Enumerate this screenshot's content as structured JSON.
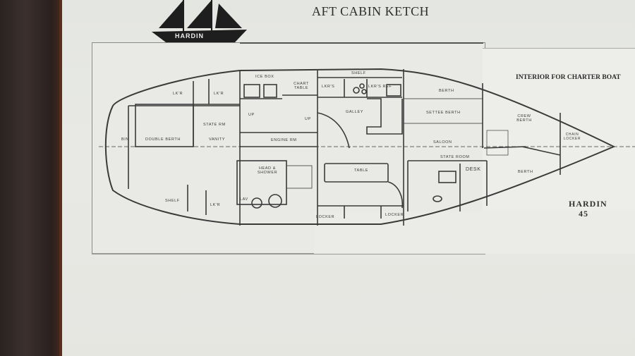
{
  "document": {
    "title": "AFT CABIN KETCH",
    "subtitle": "INTERIOR FOR CHARTER BOAT",
    "logo_text": "HARDIN",
    "model_name": "HARDIN",
    "model_number": "45"
  },
  "plan": {
    "labels": {
      "lkr_1": "LK'R",
      "lkr_2": "LK'R",
      "ice_box": "ICE BOX",
      "chart_table": "CHART TABLE",
      "lkr_3": "LKR'S",
      "lkr_ref": "LKR'S  REF",
      "shelf_top": "SHELF",
      "berth_top": "BERTH",
      "double_berth": "DOUBLE BERTH",
      "bin": "BIN",
      "state_rm": "STATE RM",
      "vanity": "VANITY",
      "up_1": "UP",
      "up_2": "UP",
      "galley": "GALLEY",
      "engine_rm": "ENGINE RM",
      "settee_berth": "SETTEE BERTH",
      "saloon": "SALOON",
      "state_room": "STATE ROOM",
      "crew_berth": "CREW BERTH",
      "chain_locker": "CHAIN LOCKER",
      "berth_fwd": "BERTH",
      "head_shower": "HEAD & SHOWER",
      "table": "TABLE",
      "lav": "LAV",
      "shelf_bottom": "SHELF",
      "lkr_bottom": "LK'R",
      "locker_1": "LOCKER",
      "locker_2": "LOCKER",
      "desk": "DESK"
    }
  },
  "colors": {
    "paper": "#e6e7e3",
    "ink": "#2e2e2e",
    "background": "#3a2e2c"
  }
}
